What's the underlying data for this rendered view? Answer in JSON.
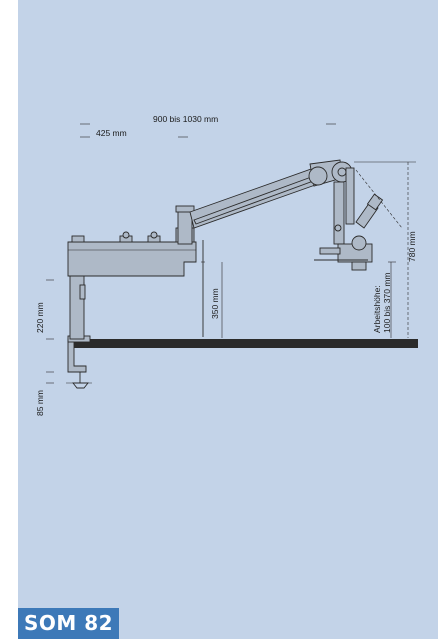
{
  "dimensions": {
    "reach": "900 bis 1030 mm",
    "arm_length": "425 mm",
    "column_height": "220 mm",
    "clamp_height": "85 mm",
    "vertical_350": "350 mm",
    "total_height": "780 mm",
    "working_height": "Arbeitshöhe:",
    "working_range": "100 bis 370 mm"
  },
  "product_label": "SOM 82",
  "colors": {
    "background": "#c3d3e8",
    "label_bg": "#3d79b8",
    "label_text": "#ffffff",
    "line": "#2b2b2b"
  }
}
